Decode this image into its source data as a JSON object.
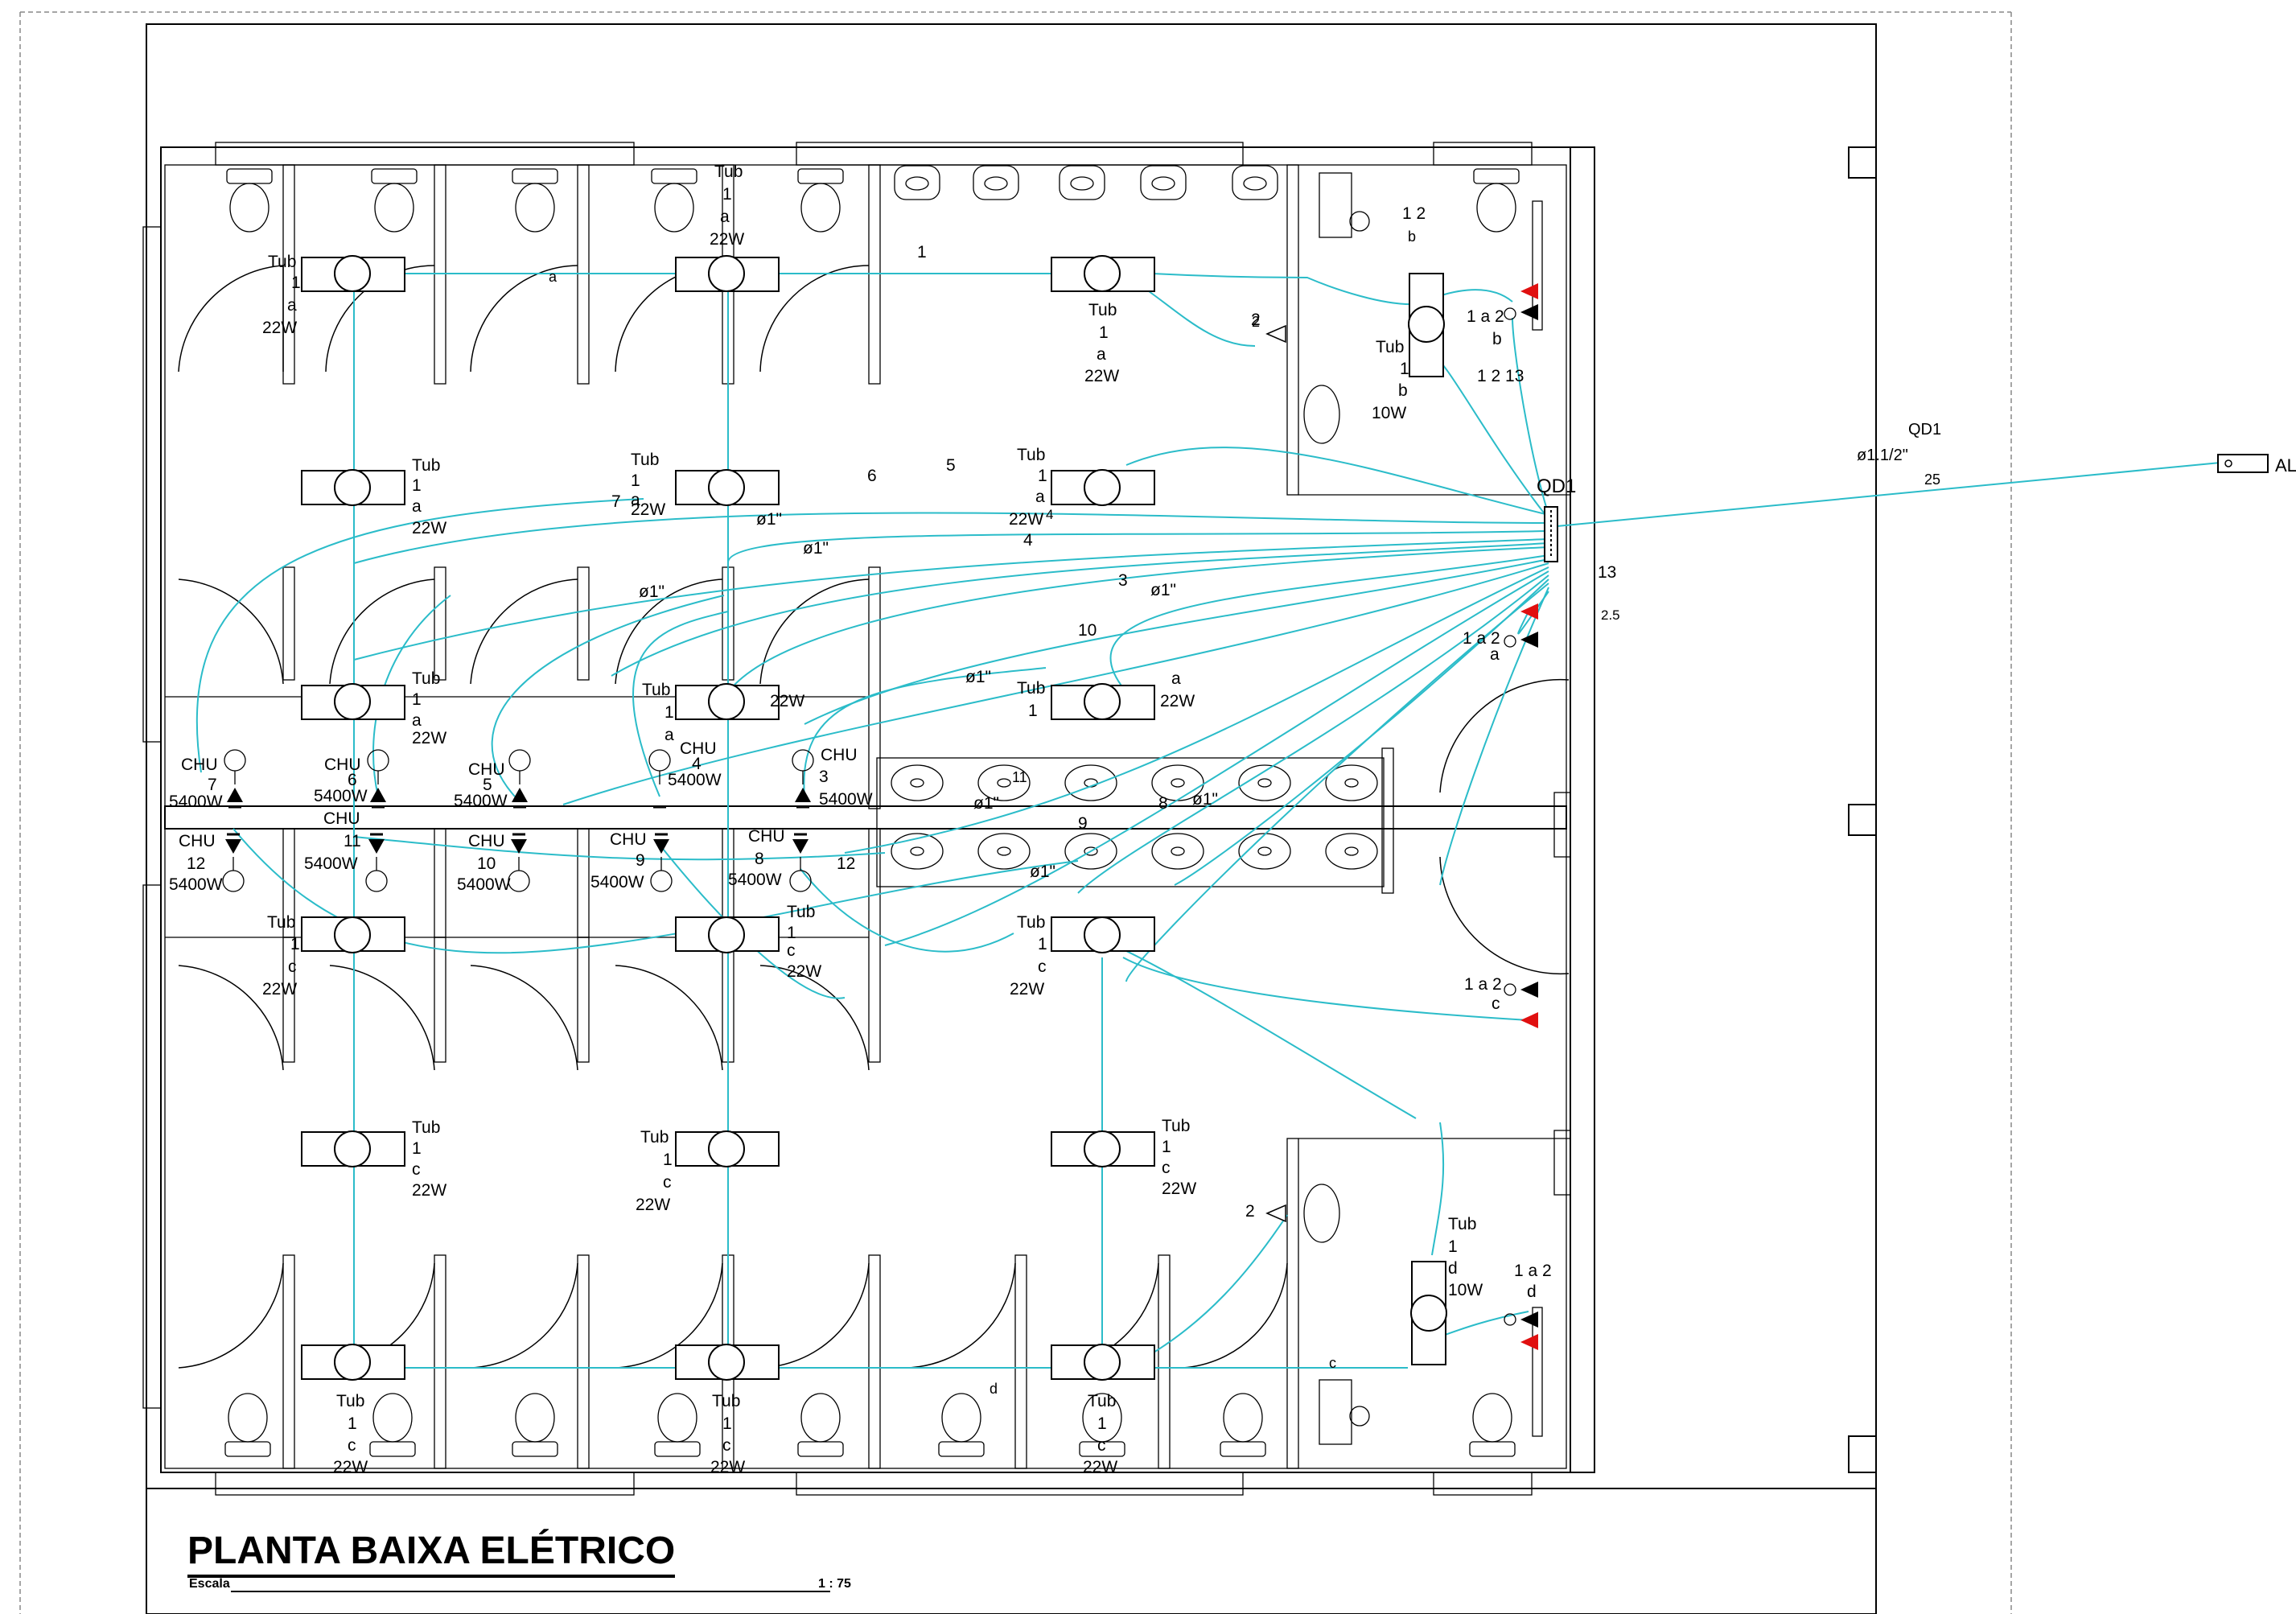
{
  "title": "PLANTA BAIXA ELÉTRICO",
  "scale": {
    "label": "Escala",
    "value": "1 : 75"
  },
  "panel": {
    "name": "QD1"
  },
  "service_entry": {
    "label": "AL",
    "conduit": "ø1.1/2\"",
    "panel": "QD1",
    "cable": "25"
  },
  "colors": {
    "wiring": "#2bbcc9",
    "outlet_marker": "#e01010",
    "walls": "#000000"
  },
  "lamps": [
    {
      "l1": "Tub",
      "l2": "1",
      "l3": "a",
      "l4": "22W"
    },
    {
      "l1": "Tub",
      "l2": "1",
      "l3": "a",
      "l4": "22W"
    },
    {
      "l1": "Tub",
      "l2": "1",
      "l3": "a",
      "l4": "22W"
    },
    {
      "l1": "Tub",
      "l2": "1",
      "l3": "a",
      "l4": "22W"
    },
    {
      "l1": "Tub",
      "l2": "1",
      "l3": "a",
      "l4": "22W"
    },
    {
      "l1": "Tub",
      "l2": "1",
      "l3": "a",
      "l4": "22W"
    },
    {
      "l1": "Tub",
      "l2": "1",
      "l3": "a",
      "l4": "22W"
    },
    {
      "l1": "Tub",
      "l2": "1",
      "l3": "a",
      "l4": "22W"
    },
    {
      "l1": "Tub",
      "l2": "1",
      "l3": "a",
      "l4": "22W"
    },
    {
      "l1": "Tub",
      "l2": "1",
      "l3": "b",
      "l4": "10W"
    },
    {
      "l1": "Tub",
      "l2": "1",
      "l3": "c",
      "l4": "22W"
    },
    {
      "l1": "Tub",
      "l2": "1",
      "l3": "c",
      "l4": "22W"
    },
    {
      "l1": "Tub",
      "l2": "1",
      "l3": "c",
      "l4": "22W"
    },
    {
      "l1": "Tub",
      "l2": "1",
      "l3": "c",
      "l4": "22W"
    },
    {
      "l1": "Tub",
      "l2": "1",
      "l3": "c",
      "l4": "22W"
    },
    {
      "l1": "Tub",
      "l2": "1",
      "l3": "c",
      "l4": "22W"
    },
    {
      "l1": "Tub",
      "l2": "1",
      "l3": "c",
      "l4": "22W"
    },
    {
      "l1": "Tub",
      "l2": "1",
      "l3": "c",
      "l4": "22W"
    },
    {
      "l1": "Tub",
      "l2": "1",
      "l3": "c",
      "l4": "22W"
    },
    {
      "l1": "Tub",
      "l2": "1",
      "l3": "d",
      "l4": "10W"
    }
  ],
  "showers": [
    {
      "l1": "CHU",
      "l2": "7",
      "l3": "5400W"
    },
    {
      "l1": "CHU",
      "l2": "6",
      "l3": "5400W"
    },
    {
      "l1": "CHU",
      "l2": "5",
      "l3": "5400W"
    },
    {
      "l1": "CHU",
      "l2": "4",
      "l3": "5400W"
    },
    {
      "l1": "CHU",
      "l2": "3",
      "l3": "5400W"
    },
    {
      "l1": "CHU",
      "l2": "12",
      "l3": "5400W"
    },
    {
      "l1": "CHU",
      "l2": "11",
      "l3": "5400W"
    },
    {
      "l1": "CHU",
      "l2": "10",
      "l3": "5400W"
    },
    {
      "l1": "CHU",
      "l2": "9",
      "l3": "5400W"
    },
    {
      "l1": "CHU",
      "l2": "8",
      "l3": "5400W"
    }
  ],
  "outlets": [
    {
      "circuit": "2"
    },
    {
      "circuit": "2"
    }
  ],
  "switches": [
    {
      "l1": "1 a 2",
      "l2": "b"
    },
    {
      "l1": "1 a 2",
      "l2": "a"
    },
    {
      "l1": "1 a 2",
      "l2": "c"
    },
    {
      "l1": "1 a 2",
      "l2": "d"
    }
  ],
  "conduit_sizes": [
    "ø1\"",
    "ø1\"",
    "ø1\"",
    "ø1\"",
    "ø1\"",
    "ø1\"",
    "ø1\"",
    "ø1\""
  ],
  "circuit_labels": [
    "1",
    "2",
    "3",
    "4",
    "5",
    "6",
    "7",
    "8",
    "9",
    "10",
    "11",
    "12",
    "13",
    "1 2",
    "1 2 13",
    "2.5",
    "4",
    "a",
    "b",
    "c",
    "d"
  ]
}
